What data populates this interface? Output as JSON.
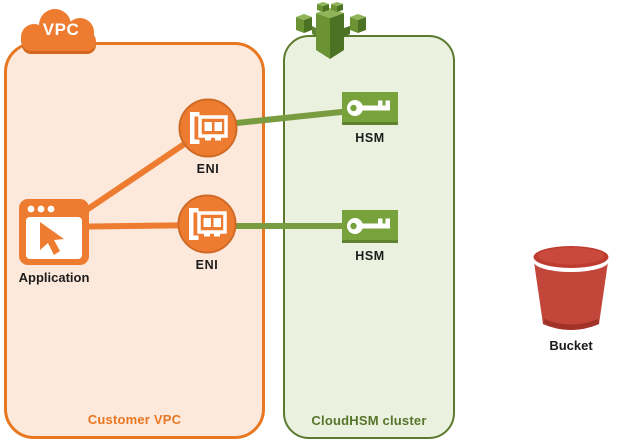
{
  "containers": {
    "vpc_badge": {
      "label": "VPC"
    },
    "customer_vpc": {
      "label": "Customer VPC"
    },
    "cloudhsm_cluster": {
      "label": "CloudHSM cluster"
    }
  },
  "nodes": {
    "application": {
      "label": "Application"
    },
    "enis": [
      {
        "label": "ENI"
      },
      {
        "label": "ENI"
      }
    ],
    "hsms": [
      {
        "label": "HSM"
      },
      {
        "label": "HSM"
      }
    ],
    "bucket": {
      "label": "Bucket"
    }
  },
  "connections": [
    {
      "from": "Application",
      "to": "ENI (top)",
      "color": "#ED7C31"
    },
    {
      "from": "Application",
      "to": "ENI (bottom)",
      "color": "#ED7C31"
    },
    {
      "from": "ENI (top)",
      "to": "HSM (top)",
      "color": "#7A9C41"
    },
    {
      "from": "ENI (bottom)",
      "to": "HSM (bottom)",
      "color": "#7A9C41"
    }
  ],
  "icons": {
    "vpc": "cloud-icon",
    "cloudhsm_cluster": "fortress-icon",
    "application": "browser-window-cursor-icon",
    "eni": "network-interface-card-icon",
    "hsm": "key-icon",
    "bucket": "s3-bucket-icon"
  },
  "colors": {
    "aws_orange": "#ED7C31",
    "orange_border": "#E87722",
    "orange_fill": "#FCE9DB",
    "green_box": "#78A23C",
    "green_line": "#7A9C41",
    "green_border": "#5C7A2E",
    "green_fill": "#EAF1DF",
    "bucket_red": "#C2463A",
    "label_text": "#1C1C1C"
  }
}
